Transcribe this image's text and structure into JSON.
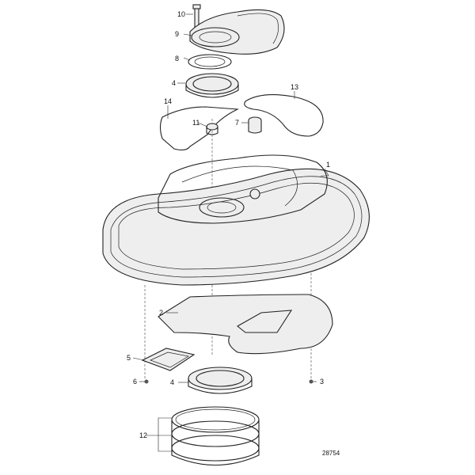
{
  "callouts": [
    "1",
    "2",
    "3",
    "4",
    "4",
    "5",
    "6",
    "7",
    "8",
    "9",
    "10",
    "11",
    "12",
    "13",
    "14"
  ],
  "drawing_number": "28754"
}
